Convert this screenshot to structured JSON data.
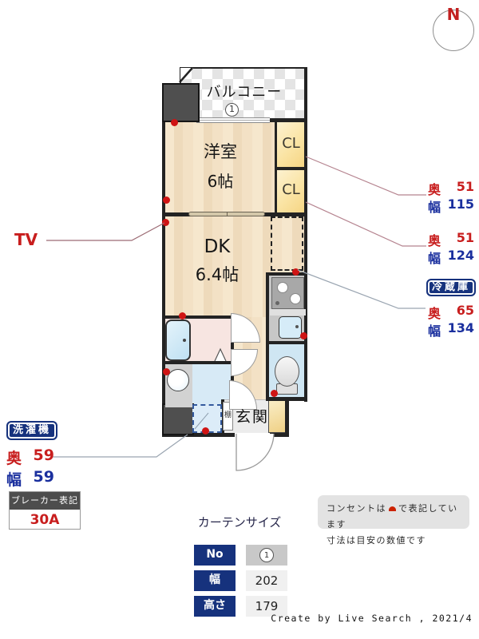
{
  "compass": {
    "north_label": "N"
  },
  "plan": {
    "balcony_label": "バルコニー",
    "balcony_window_no": "1",
    "western_room_name": "洋室",
    "western_room_size": "6帖",
    "dk_name": "DK",
    "dk_size": "6.4帖",
    "closet1_label": "CL",
    "closet2_label": "CL",
    "entrance_label": "玄関",
    "shelf_label": "棚"
  },
  "callouts": {
    "tv_label": "TV",
    "closet1": {
      "depth_label": "奥",
      "depth_value": "51",
      "width_label": "幅",
      "width_value": "115"
    },
    "closet2": {
      "depth_label": "奥",
      "depth_value": "51",
      "width_label": "幅",
      "width_value": "124"
    },
    "fridge": {
      "title": "冷蔵庫",
      "depth_label": "奥",
      "depth_value": "65",
      "width_label": "幅",
      "width_value": "134"
    },
    "washer": {
      "title": "洗濯機",
      "depth_label": "奥",
      "depth_value": "59",
      "width_label": "幅",
      "width_value": "59"
    }
  },
  "breaker": {
    "title": "ブレーカー表記",
    "value": "30A"
  },
  "curtain": {
    "title": "カーテンサイズ",
    "rows": [
      {
        "label": "No",
        "value": "1",
        "circled": true
      },
      {
        "label": "幅",
        "value": "202"
      },
      {
        "label": "高さ",
        "value": "179"
      }
    ]
  },
  "notes": {
    "outlet_prefix": "コンセントは",
    "outlet_suffix": "で表記しています",
    "line2": "寸法は目安の数値です"
  },
  "credit": "Create by Live Search , 2021/4",
  "colors": {
    "accent_navy": "#16327d",
    "accent_red": "#c81e1e",
    "accent_blue": "#1a2f9e",
    "wall": "#232323"
  }
}
